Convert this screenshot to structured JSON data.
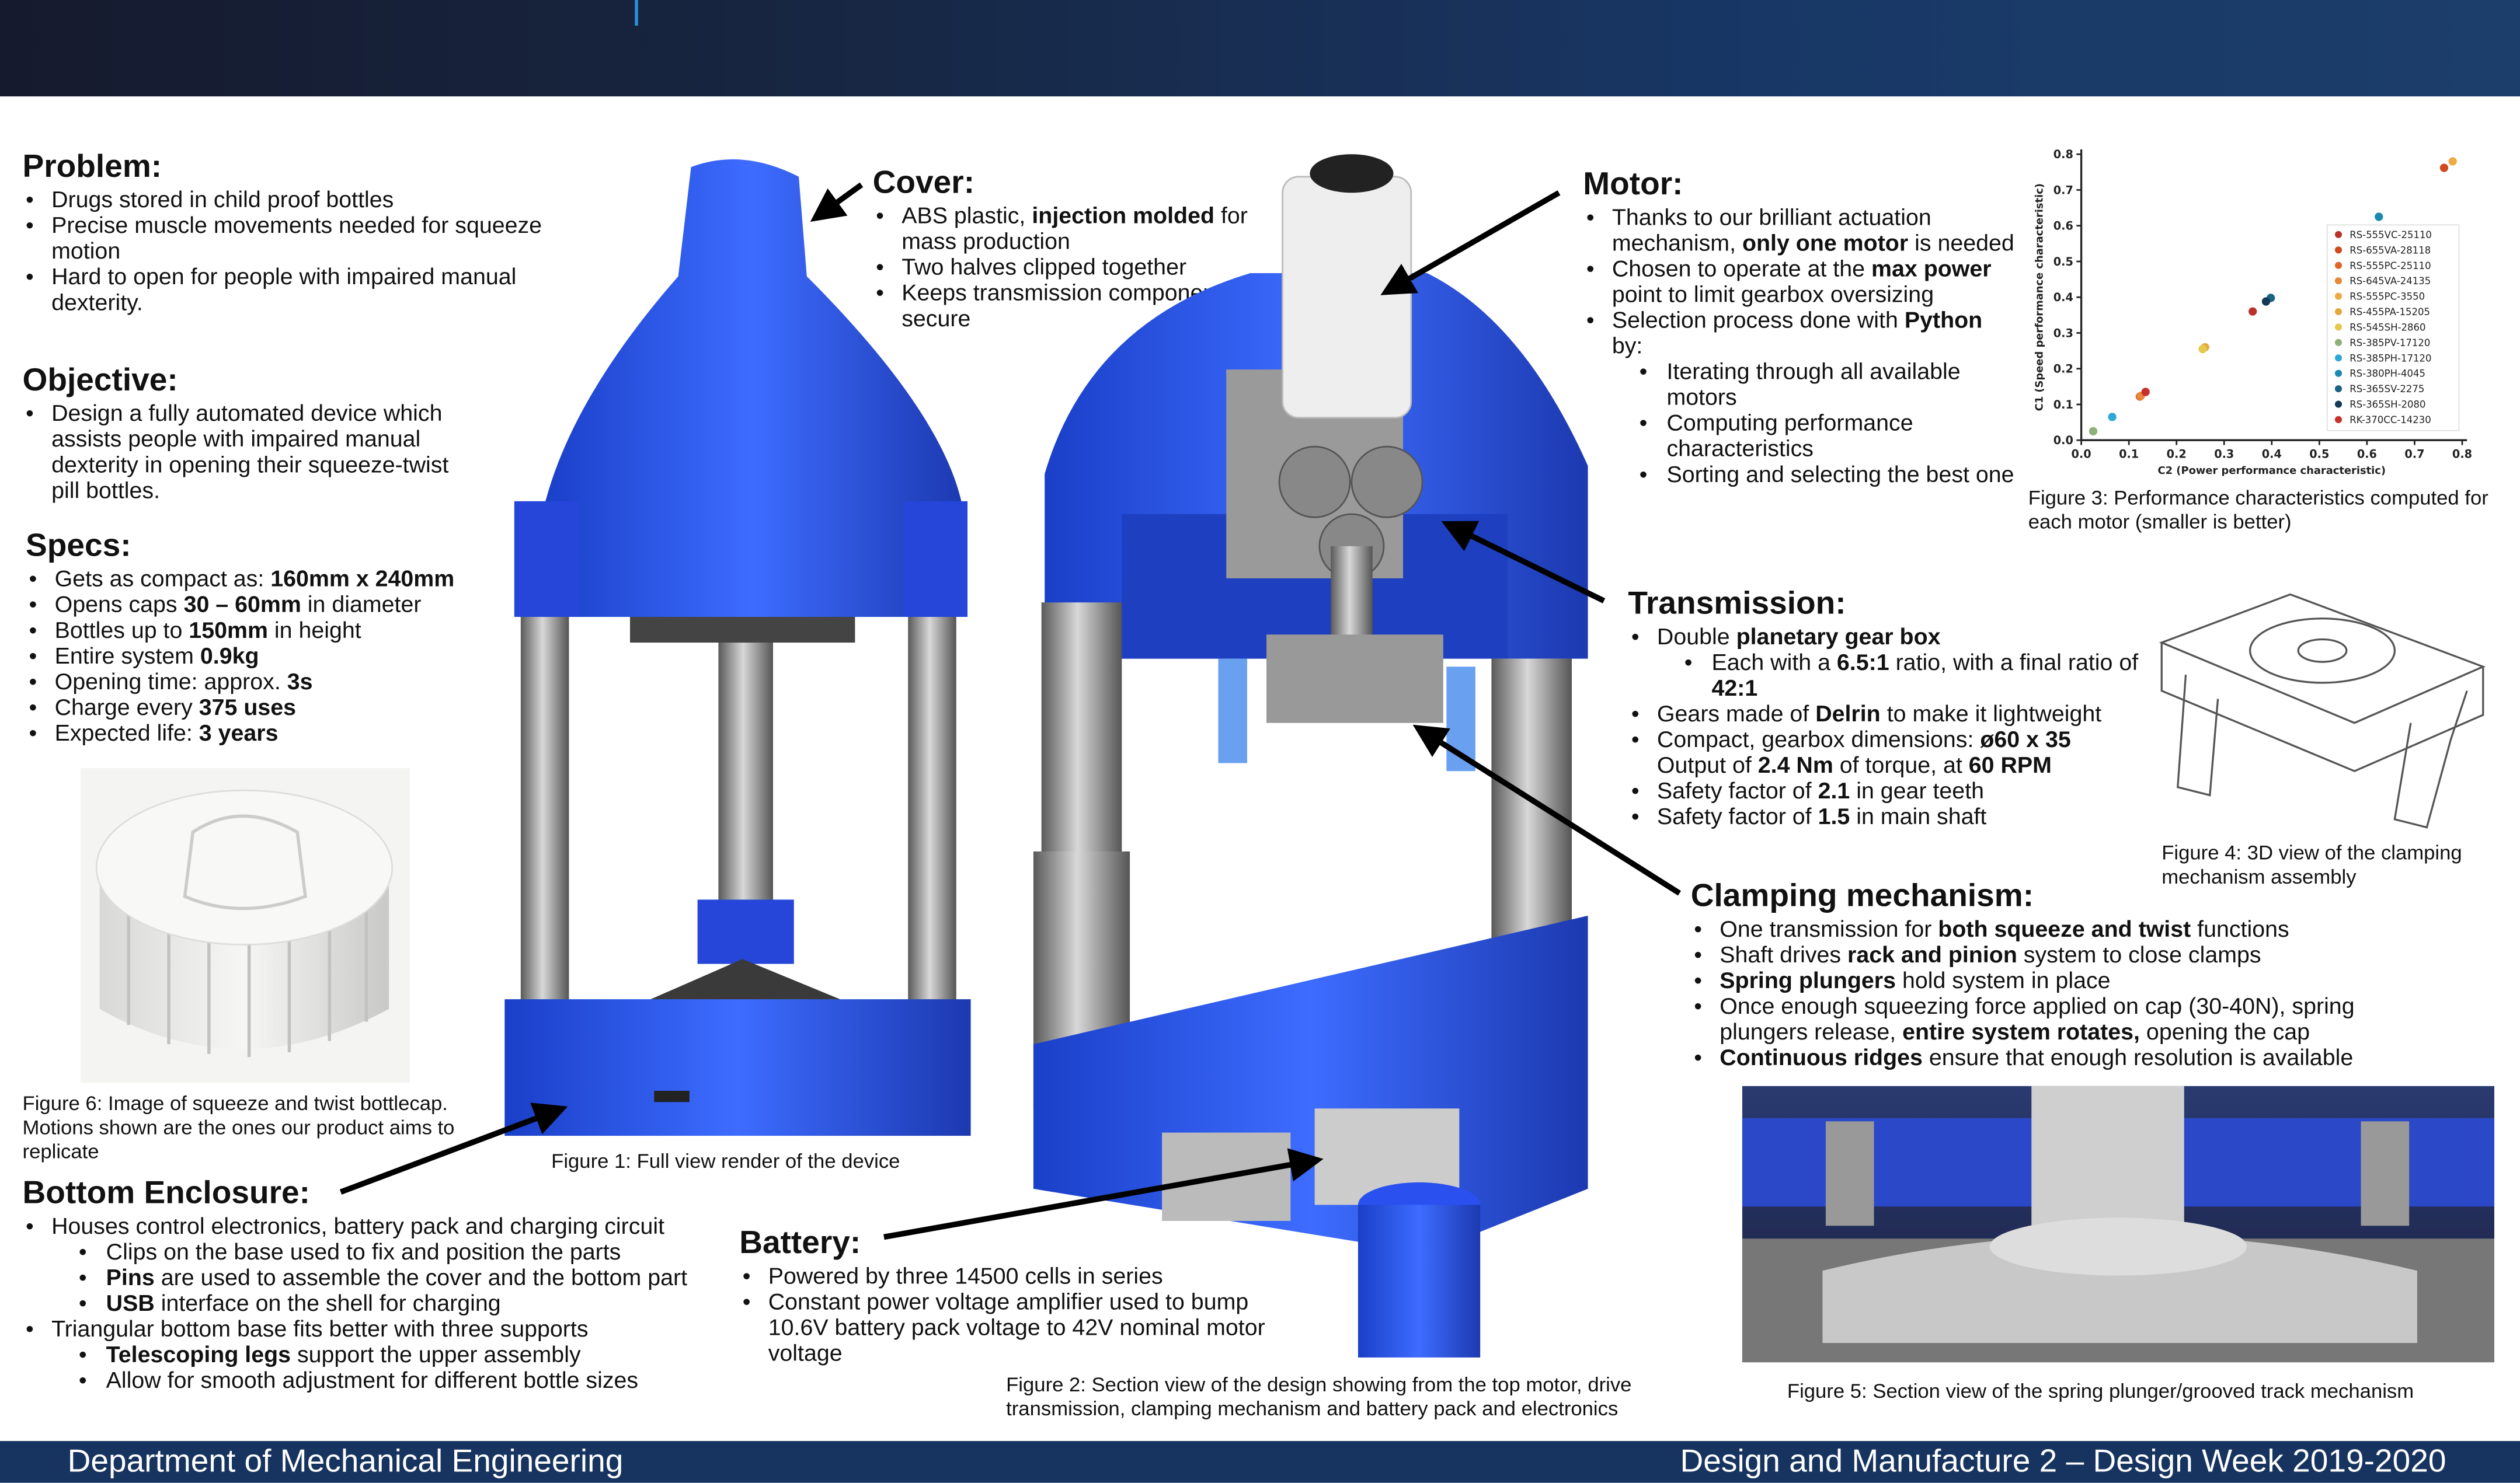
{
  "footer": {
    "left": "Department of Mechanical Engineering",
    "right": "Design and Manufacture 2 – Design Week 2019-2020"
  },
  "problem": {
    "title": "Problem:",
    "items": [
      {
        "parts": [
          {
            "text": "Drugs stored in child proof bottles"
          }
        ]
      },
      {
        "parts": [
          {
            "text": "Precise muscle movements needed for squeeze motion"
          }
        ]
      },
      {
        "parts": [
          {
            "text": "Hard to open for people with impaired manual dexterity."
          }
        ]
      }
    ]
  },
  "objective": {
    "title": "Objective:",
    "items": [
      {
        "parts": [
          {
            "text": "Design a fully automated device which assists people with impaired manual dexterity in opening their squeeze-twist pill bottles."
          }
        ]
      }
    ]
  },
  "specs": {
    "title": "Specs:",
    "items": [
      {
        "parts": [
          {
            "text": "Gets as compact as: "
          },
          {
            "text": "160mm x 240mm",
            "bold": true
          }
        ]
      },
      {
        "parts": [
          {
            "text": "Opens caps "
          },
          {
            "text": "30 – 60mm",
            "bold": true
          },
          {
            "text": " in diameter"
          }
        ]
      },
      {
        "parts": [
          {
            "text": "Bottles up to "
          },
          {
            "text": "150mm",
            "bold": true
          },
          {
            "text": " in height"
          }
        ]
      },
      {
        "parts": [
          {
            "text": "Entire system "
          },
          {
            "text": "0.9kg",
            "bold": true
          }
        ]
      },
      {
        "parts": [
          {
            "text": "Opening time: approx. "
          },
          {
            "text": "3s",
            "bold": true
          }
        ]
      },
      {
        "parts": [
          {
            "text": "Charge every "
          },
          {
            "text": "375 uses",
            "bold": true
          }
        ]
      },
      {
        "parts": [
          {
            "text": "Expected life: "
          },
          {
            "text": "3 years",
            "bold": true
          }
        ]
      }
    ]
  },
  "figure6_caption": "Figure 6: Image of squeeze and twist bottlecap. Motions shown are the ones our product aims to replicate",
  "bottom_enclosure": {
    "title": "Bottom Enclosure:",
    "items": [
      {
        "parts": [
          {
            "text": "Houses control electronics, battery pack and charging circuit"
          }
        ]
      },
      {
        "level": 2,
        "parts": [
          {
            "text": "Clips on the base used to fix and position the parts"
          }
        ]
      },
      {
        "level": 2,
        "parts": [
          {
            "text": "Pins",
            "bold": true
          },
          {
            "text": " are used to assemble the cover and the bottom part"
          }
        ]
      },
      {
        "level": 2,
        "parts": [
          {
            "text": "USB",
            "bold": true
          },
          {
            "text": " interface on the shell for charging"
          }
        ]
      },
      {
        "parts": [
          {
            "text": "Triangular bottom base fits better with three supports"
          }
        ]
      },
      {
        "level": 2,
        "parts": [
          {
            "text": "Telescoping legs",
            "bold": true
          },
          {
            "text": " support the upper assembly"
          }
        ]
      },
      {
        "level": 2,
        "parts": [
          {
            "text": "Allow for smooth adjustment for different bottle sizes"
          }
        ]
      }
    ]
  },
  "cover": {
    "title": "Cover:",
    "items": [
      {
        "parts": [
          {
            "text": "ABS plastic, "
          },
          {
            "text": "injection molded",
            "bold": true
          },
          {
            "text": " for mass production"
          }
        ]
      },
      {
        "parts": [
          {
            "text": "Two halves clipped together"
          }
        ]
      },
      {
        "parts": [
          {
            "text": "Keeps transmission components secure"
          }
        ]
      }
    ]
  },
  "figure1_caption": "Figure 1: Full view render of the device",
  "battery": {
    "title": "Battery:",
    "items": [
      {
        "parts": [
          {
            "text": "Powered by three 14500 cells in series"
          }
        ]
      },
      {
        "parts": [
          {
            "text": "Constant power voltage amplifier used to bump 10.6V battery pack voltage to 42V nominal motor voltage"
          }
        ]
      }
    ]
  },
  "figure2_caption": "Figure 2: Section view of the design showing from the top motor, drive transmission, clamping mechanism and battery pack and electronics",
  "motor": {
    "title": "Motor:",
    "items": [
      {
        "parts": [
          {
            "text": "Thanks to our brilliant actuation mechanism, "
          },
          {
            "text": "only one motor",
            "bold": true
          },
          {
            "text": " is needed"
          }
        ]
      },
      {
        "parts": [
          {
            "text": "Chosen to operate at the "
          },
          {
            "text": "max power",
            "bold": true
          },
          {
            "text": " point to limit gearbox oversizing"
          }
        ]
      },
      {
        "parts": [
          {
            "text": "Selection process done with "
          },
          {
            "text": "Python",
            "bold": true
          },
          {
            "text": " by:"
          }
        ]
      },
      {
        "level": 2,
        "parts": [
          {
            "text": "Iterating through all available motors"
          }
        ]
      },
      {
        "level": 2,
        "parts": [
          {
            "text": "Computing performance characteristics"
          }
        ]
      },
      {
        "level": 2,
        "parts": [
          {
            "text": "Sorting and selecting the best one"
          }
        ]
      }
    ]
  },
  "transmission": {
    "title": "Transmission:",
    "items": [
      {
        "parts": [
          {
            "text": "Double "
          },
          {
            "text": "planetary gear box",
            "bold": true
          }
        ]
      },
      {
        "level": 2,
        "parts": [
          {
            "text": "Each with a "
          },
          {
            "text": "6.5:1",
            "bold": true
          },
          {
            "text": " ratio, with a final ratio of "
          },
          {
            "text": "42:1",
            "bold": true
          }
        ]
      },
      {
        "parts": [
          {
            "text": "Gears made of "
          },
          {
            "text": "Delrin",
            "bold": true
          },
          {
            "text": " to make it lightweight"
          }
        ]
      },
      {
        "parts": [
          {
            "text": "Compact, gearbox dimensions: "
          },
          {
            "text": "ø60 x 35",
            "bold": true
          },
          {
            "text": " Output of "
          },
          {
            "text": "2.4 Nm",
            "bold": true
          },
          {
            "text": " of torque, at "
          },
          {
            "text": "60 RPM",
            "bold": true
          }
        ]
      },
      {
        "parts": [
          {
            "text": "Safety factor of "
          },
          {
            "text": "2.1",
            "bold": true
          },
          {
            "text": " in gear teeth"
          }
        ]
      },
      {
        "parts": [
          {
            "text": "Safety factor of "
          },
          {
            "text": "1.5",
            "bold": true
          },
          {
            "text": " in main shaft"
          }
        ]
      }
    ]
  },
  "clamping": {
    "title": "Clamping mechanism:",
    "items": [
      {
        "parts": [
          {
            "text": "One transmission for "
          },
          {
            "text": "both squeeze and twist",
            "bold": true
          },
          {
            "text": " functions"
          }
        ]
      },
      {
        "parts": [
          {
            "text": "Shaft drives "
          },
          {
            "text": "rack and pinion",
            "bold": true
          },
          {
            "text": " system to close clamps"
          }
        ]
      },
      {
        "parts": [
          {
            "text": "Spring plungers",
            "bold": true
          },
          {
            "text": " hold system in place"
          }
        ]
      },
      {
        "parts": [
          {
            "text": "Once enough squeezing force applied on cap (30-40N), spring plungers release, "
          },
          {
            "text": "entire system rotates,",
            "bold": true
          },
          {
            "text": " opening the cap"
          }
        ]
      },
      {
        "parts": [
          {
            "text": "Continuous ridges",
            "bold": true
          },
          {
            "text": " ensure that enough resolution is available"
          }
        ]
      }
    ]
  },
  "figure3_caption": "Figure 3: Performance characteristics computed for each motor (smaller is better)",
  "figure4_caption": "Figure 4: 3D view of the clamping mechanism assembly",
  "figure5_caption": "Figure 5: Section view of the spring plunger/grooved track mechanism",
  "chart_data": {
    "type": "scatter",
    "title": "",
    "xlabel": "C2 (Power performance characteristic)",
    "ylabel": "C1 (Speed performance characteristic)",
    "xlim": [
      0,
      0.8
    ],
    "ylim": [
      0,
      0.8
    ],
    "xticks": [
      "0.0",
      "0.1",
      "0.2",
      "0.3",
      "0.4",
      "0.5",
      "0.6",
      "0.7",
      "0.8"
    ],
    "yticks": [
      "0.0",
      "0.1",
      "0.2",
      "0.3",
      "0.4",
      "0.5",
      "0.6",
      "0.7",
      "0.8"
    ],
    "legend_position": "right",
    "series": [
      {
        "name": "RS-555VC-25110",
        "color": "#b8322a",
        "x": 0.36,
        "y": 0.36
      },
      {
        "name": "RS-655VA-28118",
        "color": "#cf4b20",
        "x": 0.762,
        "y": 0.762
      },
      {
        "name": "RS-555PC-25110",
        "color": "#e0652c",
        "x": 0.123,
        "y": 0.122
      },
      {
        "name": "RS-645VA-24135",
        "color": "#e8893a",
        "x": 0.125,
        "y": 0.124
      },
      {
        "name": "RS-555PC-3550",
        "color": "#eeaa45",
        "x": 0.78,
        "y": 0.78
      },
      {
        "name": "RS-455PA-15205",
        "color": "#e2aa3c",
        "x": 0.26,
        "y": 0.26
      },
      {
        "name": "RS-545SH-2860",
        "color": "#e6c84c",
        "x": 0.255,
        "y": 0.255
      },
      {
        "name": "RS-385PV-17120",
        "color": "#8fb07a",
        "x": 0.025,
        "y": 0.025
      },
      {
        "name": "RS-385PH-17120",
        "color": "#2fa8d8",
        "x": 0.065,
        "y": 0.065
      },
      {
        "name": "RS-380PH-4045",
        "color": "#1a8ab0",
        "x": 0.625,
        "y": 0.625
      },
      {
        "name": "RS-365SV-2275",
        "color": "#1a6585",
        "x": 0.398,
        "y": 0.398
      },
      {
        "name": "RS-365SH-2080",
        "color": "#143a55",
        "x": 0.388,
        "y": 0.388
      },
      {
        "name": "RK-370CC-14230",
        "color": "#c8302a",
        "x": 0.135,
        "y": 0.135
      }
    ]
  }
}
